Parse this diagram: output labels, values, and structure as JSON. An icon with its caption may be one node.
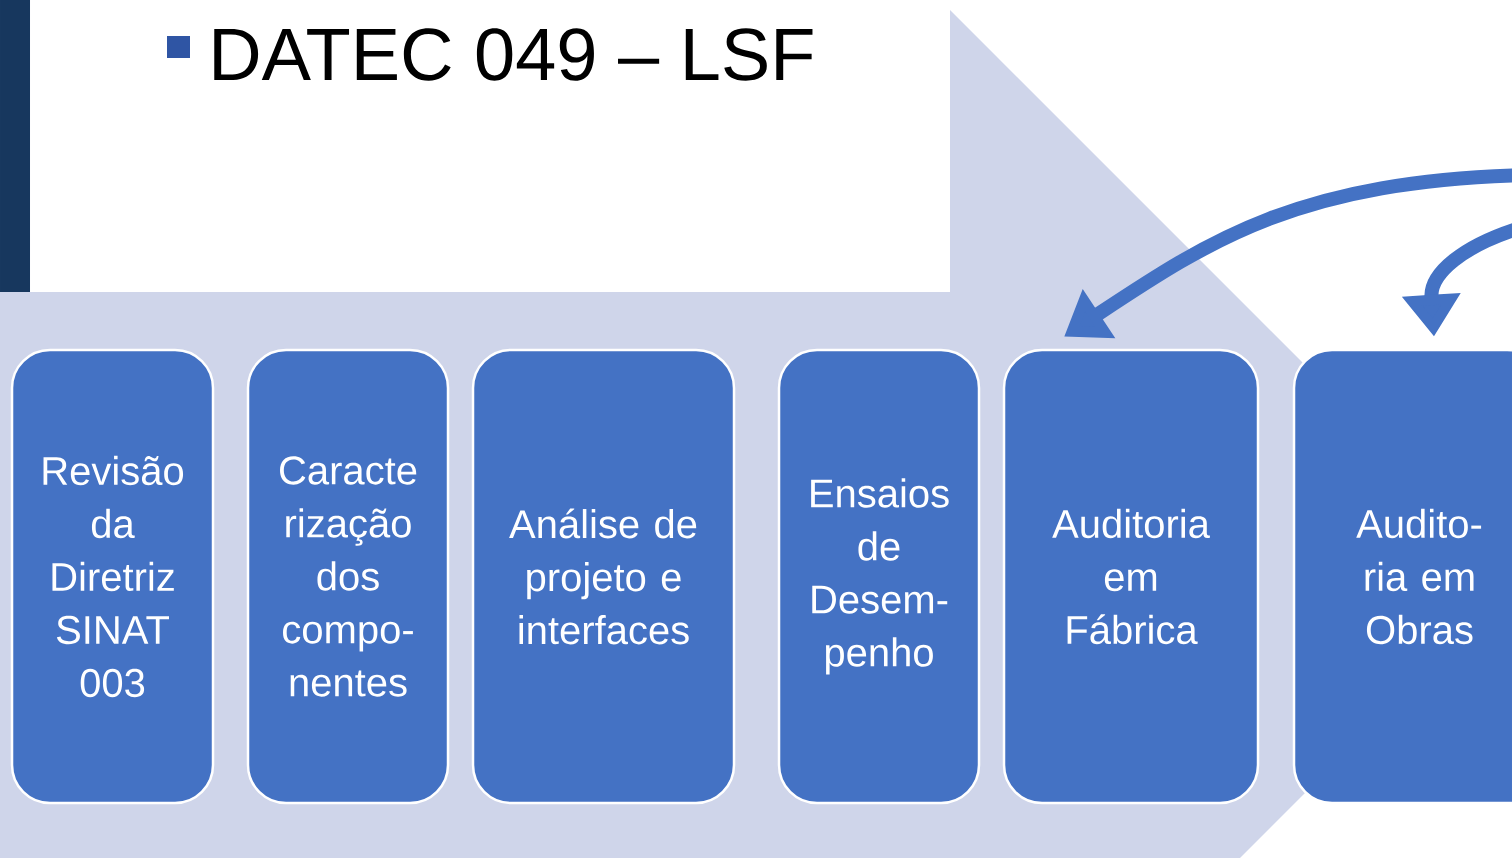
{
  "diagram": {
    "title": "DATEC 049 – LSF",
    "nodes": [
      {
        "text": [
          "Revisão da Diretriz SINAT 003"
        ]
      },
      {
        "text": [
          "Caracte rização dos compo- nentes"
        ]
      },
      {
        "text": [
          "Análise de projeto e interfaces"
        ]
      },
      {
        "text": [
          "Ensaios de Desem- penho"
        ]
      },
      {
        "text": [
          "Auditoria em Fábrica"
        ]
      },
      {
        "text": [
          "Audito- ria em Obras"
        ]
      }
    ],
    "edges": [
      {
        "from": null,
        "to": 4,
        "arrow": "to"
      },
      {
        "from": null,
        "to": 5,
        "arrow": "to"
      }
    ]
  }
}
